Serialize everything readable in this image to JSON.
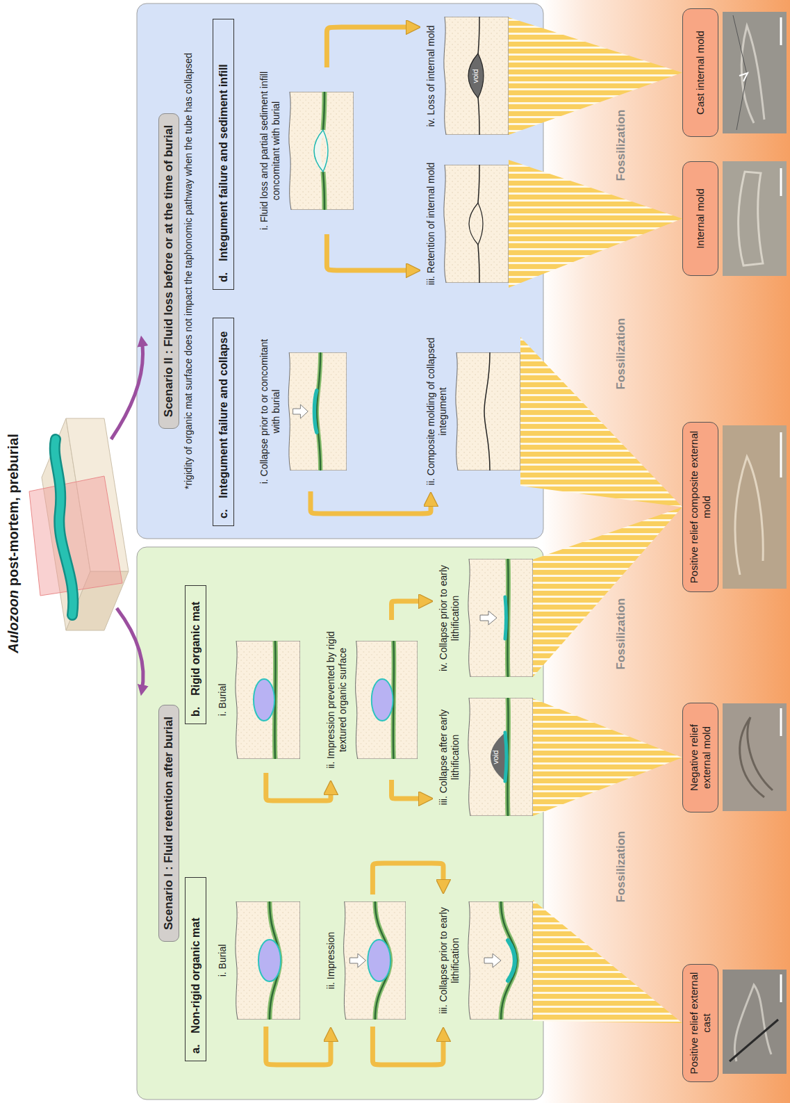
{
  "diagram": {
    "title": "Aulozoon post-mortem, preburial",
    "nodes": [
      {
        "text": [
          "Scenario I : Fluid retention after burial"
        ]
      },
      {
        "text": [
          "a.",
          "Non-rigid organic mat"
        ],
        "in": 0
      },
      {
        "text": [
          "i. Burial"
        ],
        "in": 0
      },
      {
        "text": [
          "ii. Impression"
        ],
        "in": 0
      },
      {
        "text": [
          "iii. Collapse prior to early lithification"
        ],
        "in": 0
      },
      {
        "text": [
          "b.",
          "Rigid organic mat"
        ],
        "in": 0
      },
      {
        "text": [
          "i. Burial"
        ],
        "in": 0
      },
      {
        "text": [
          "ii. Impression prevented by rigid textured organic surface"
        ],
        "in": 0
      },
      {
        "text": [
          "iii. Collapse after early lithification"
        ],
        "in": 0
      },
      {
        "text": [
          "iv. Collapse prior to early lithification"
        ],
        "in": 0
      },
      {
        "text": [
          "Scenario II : Fluid loss before or at the time of burial",
          "*rigidity of organic mat surface does not impact the taphonomic pathway when the tube has collapsed"
        ]
      },
      {
        "text": [
          "c.",
          "Integument failure and collapse"
        ],
        "in": 10
      },
      {
        "text": [
          "i. Collapse prior to or concomitant with burial"
        ],
        "in": 10
      },
      {
        "text": [
          "ii. Composite molding of collapsed integument"
        ],
        "in": 10
      },
      {
        "text": [
          "d.",
          "Integument failure and sediment infill"
        ],
        "in": 10
      },
      {
        "text": [
          "i. Fluid loss and partial sediment infill concomitant with burial"
        ],
        "in": 10
      },
      {
        "text": [
          "iii. Retention of internal mold"
        ],
        "in": 10
      },
      {
        "text": [
          "iv. Loss of internal mold"
        ],
        "in": 10
      },
      {
        "text": [
          "Positive relief external cast"
        ]
      },
      {
        "text": [
          "Negative relief external mold"
        ]
      },
      {
        "text": [
          "Positive relief composite external mold"
        ]
      },
      {
        "text": [
          "Internal mold"
        ]
      },
      {
        "text": [
          "Cast internal mold"
        ]
      }
    ],
    "edges": [
      {
        "from": 2,
        "to": 3,
        "arrow": "to"
      },
      {
        "from": 3,
        "to": 4,
        "arrow": "to"
      },
      {
        "from": 3,
        "to": 4,
        "arrow": "to"
      },
      {
        "from": 6,
        "to": 7,
        "arrow": "to"
      },
      {
        "from": 7,
        "to": 8,
        "arrow": "to"
      },
      {
        "from": 7,
        "to": 9,
        "arrow": "to"
      },
      {
        "from": 12,
        "to": 13,
        "arrow": "to"
      },
      {
        "from": 15,
        "to": 16,
        "arrow": "to"
      },
      {
        "from": 15,
        "to": 17,
        "arrow": "to"
      },
      {
        "from": 4,
        "to": 18,
        "arrow": "none"
      },
      {
        "from": 8,
        "to": 19,
        "arrow": "none"
      },
      {
        "from": 9,
        "to": 20,
        "arrow": "none"
      },
      {
        "from": 13,
        "to": 20,
        "arrow": "none"
      },
      {
        "from": 16,
        "to": 21,
        "arrow": "none"
      },
      {
        "from": 17,
        "to": 22,
        "arrow": "none"
      }
    ],
    "labels": [
      "Fossilization",
      "Fossilization",
      "Fossilization",
      "Fossilization",
      "void",
      "void"
    ]
  }
}
